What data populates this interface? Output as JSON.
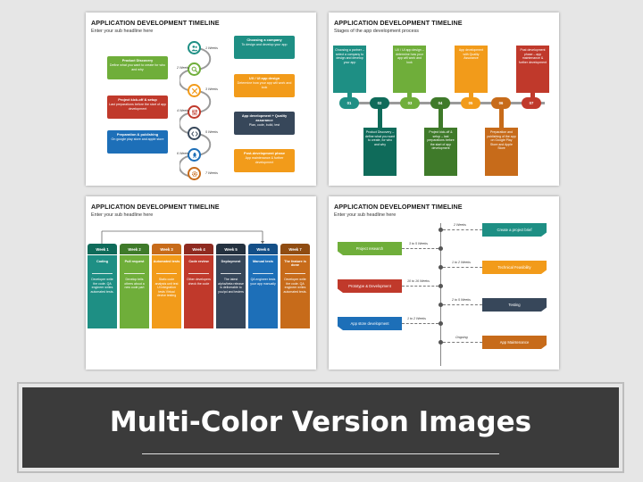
{
  "banner": {
    "title": "Multi-Color Version Images"
  },
  "colors": {
    "teal": "#1e8f84",
    "green": "#6fae3a",
    "orange": "#f29b1a",
    "red": "#c0392b",
    "slate": "#37475a",
    "blue": "#1d6fb8",
    "darkorange": "#c76b1a",
    "darkgreen": "#0f6b5a"
  },
  "slide1": {
    "title": "APPLICATION DEVELOPMENT TIMELINE",
    "subtitle": "Enter your sub headline here",
    "left": [
      {
        "head": "Product Discovery",
        "body": "Define what you want to create for who and why"
      },
      {
        "head": "Project kick-off & setup",
        "body": "Last preparations before the start of app development"
      },
      {
        "head": "Preparation & publishing",
        "body": "On google play store and apple store"
      }
    ],
    "right": [
      {
        "head": "Choosing a company",
        "body": "To design and develop your app"
      },
      {
        "head": "UX / UI app design",
        "body": "Determine how your app will work and look"
      },
      {
        "head": "App development + Quality assurance",
        "body": "Plan, code, build, test"
      },
      {
        "head": "Post-development phase",
        "body": "App maintenance & further development"
      }
    ],
    "weeks": [
      "1 Weeks",
      "2 Weeks",
      "3 Weeks",
      "4 Weeks",
      "5 Weeks",
      "6 Weeks",
      "7 Weeks"
    ]
  },
  "slide2": {
    "title": "APPLICATION DEVELOPMENT TIMELINE",
    "subtitle": "Stages of the app development process",
    "top": [
      "Choosing a partner – select a company to design and develop your app",
      "UX / UI app design – determine how your app will work and look",
      "App development with Quality Assurance",
      "Post development phase – app maintenance & further development"
    ],
    "bottom": [
      "Product Discovery – define what you want to create, for who and why",
      "Project kick-off & setup – last preparations before the start of app development",
      "Preparation and publishing of the app on Google Play Store and Apple Store"
    ],
    "steps": [
      "01",
      "02",
      "03",
      "04",
      "05",
      "06",
      "07"
    ]
  },
  "slide3": {
    "title": "APPLICATION DEVELOPMENT TIMELINE",
    "subtitle": "Enter your sub headline here",
    "columns": [
      {
        "week": "Week 1",
        "title": "Coding",
        "desc": "Developer write the code. QA engineer writes automated tests."
      },
      {
        "week": "Week 2",
        "title": "Pull request",
        "desc": "Develop tells others about a new code part"
      },
      {
        "week": "Week 3",
        "title": "Automated tests",
        "desc": "Static code analysis unit test UI integration tests Virtual device testing"
      },
      {
        "week": "Week 4",
        "title": "Code review",
        "desc": "Other developers check the code"
      },
      {
        "week": "Week 5",
        "title": "Deployment",
        "desc": "The latest alpha/beta release is deliverable to you/pd and testers"
      },
      {
        "week": "Week 6",
        "title": "Manual tests",
        "desc": "QA engineer tests your app manually"
      },
      {
        "week": "Week 7",
        "title": "The feature is done",
        "desc": "Developer write the code. QA engineer writes automated tests."
      }
    ]
  },
  "slide4": {
    "title": "APPLICATION DEVELOPMENT TIMELINE",
    "subtitle": "Enter your sub headline here",
    "items": [
      {
        "side": "right",
        "label": "Create a project brief",
        "duration": "2 Weeks"
      },
      {
        "side": "left",
        "label": "Project research",
        "duration": "3 to 5 Weeks"
      },
      {
        "side": "right",
        "label": "Technical Feasibility",
        "duration": "1 to 2 Weeks"
      },
      {
        "side": "left",
        "label": "Prototype & Development",
        "duration": "10 to 16 Weeks"
      },
      {
        "side": "right",
        "label": "Testing",
        "duration": "2 to 5 Weeks"
      },
      {
        "side": "left",
        "label": "App store development",
        "duration": "1 to 2 Weeks"
      },
      {
        "side": "right",
        "label": "App Maintenance",
        "duration": "Ongoing"
      }
    ]
  }
}
